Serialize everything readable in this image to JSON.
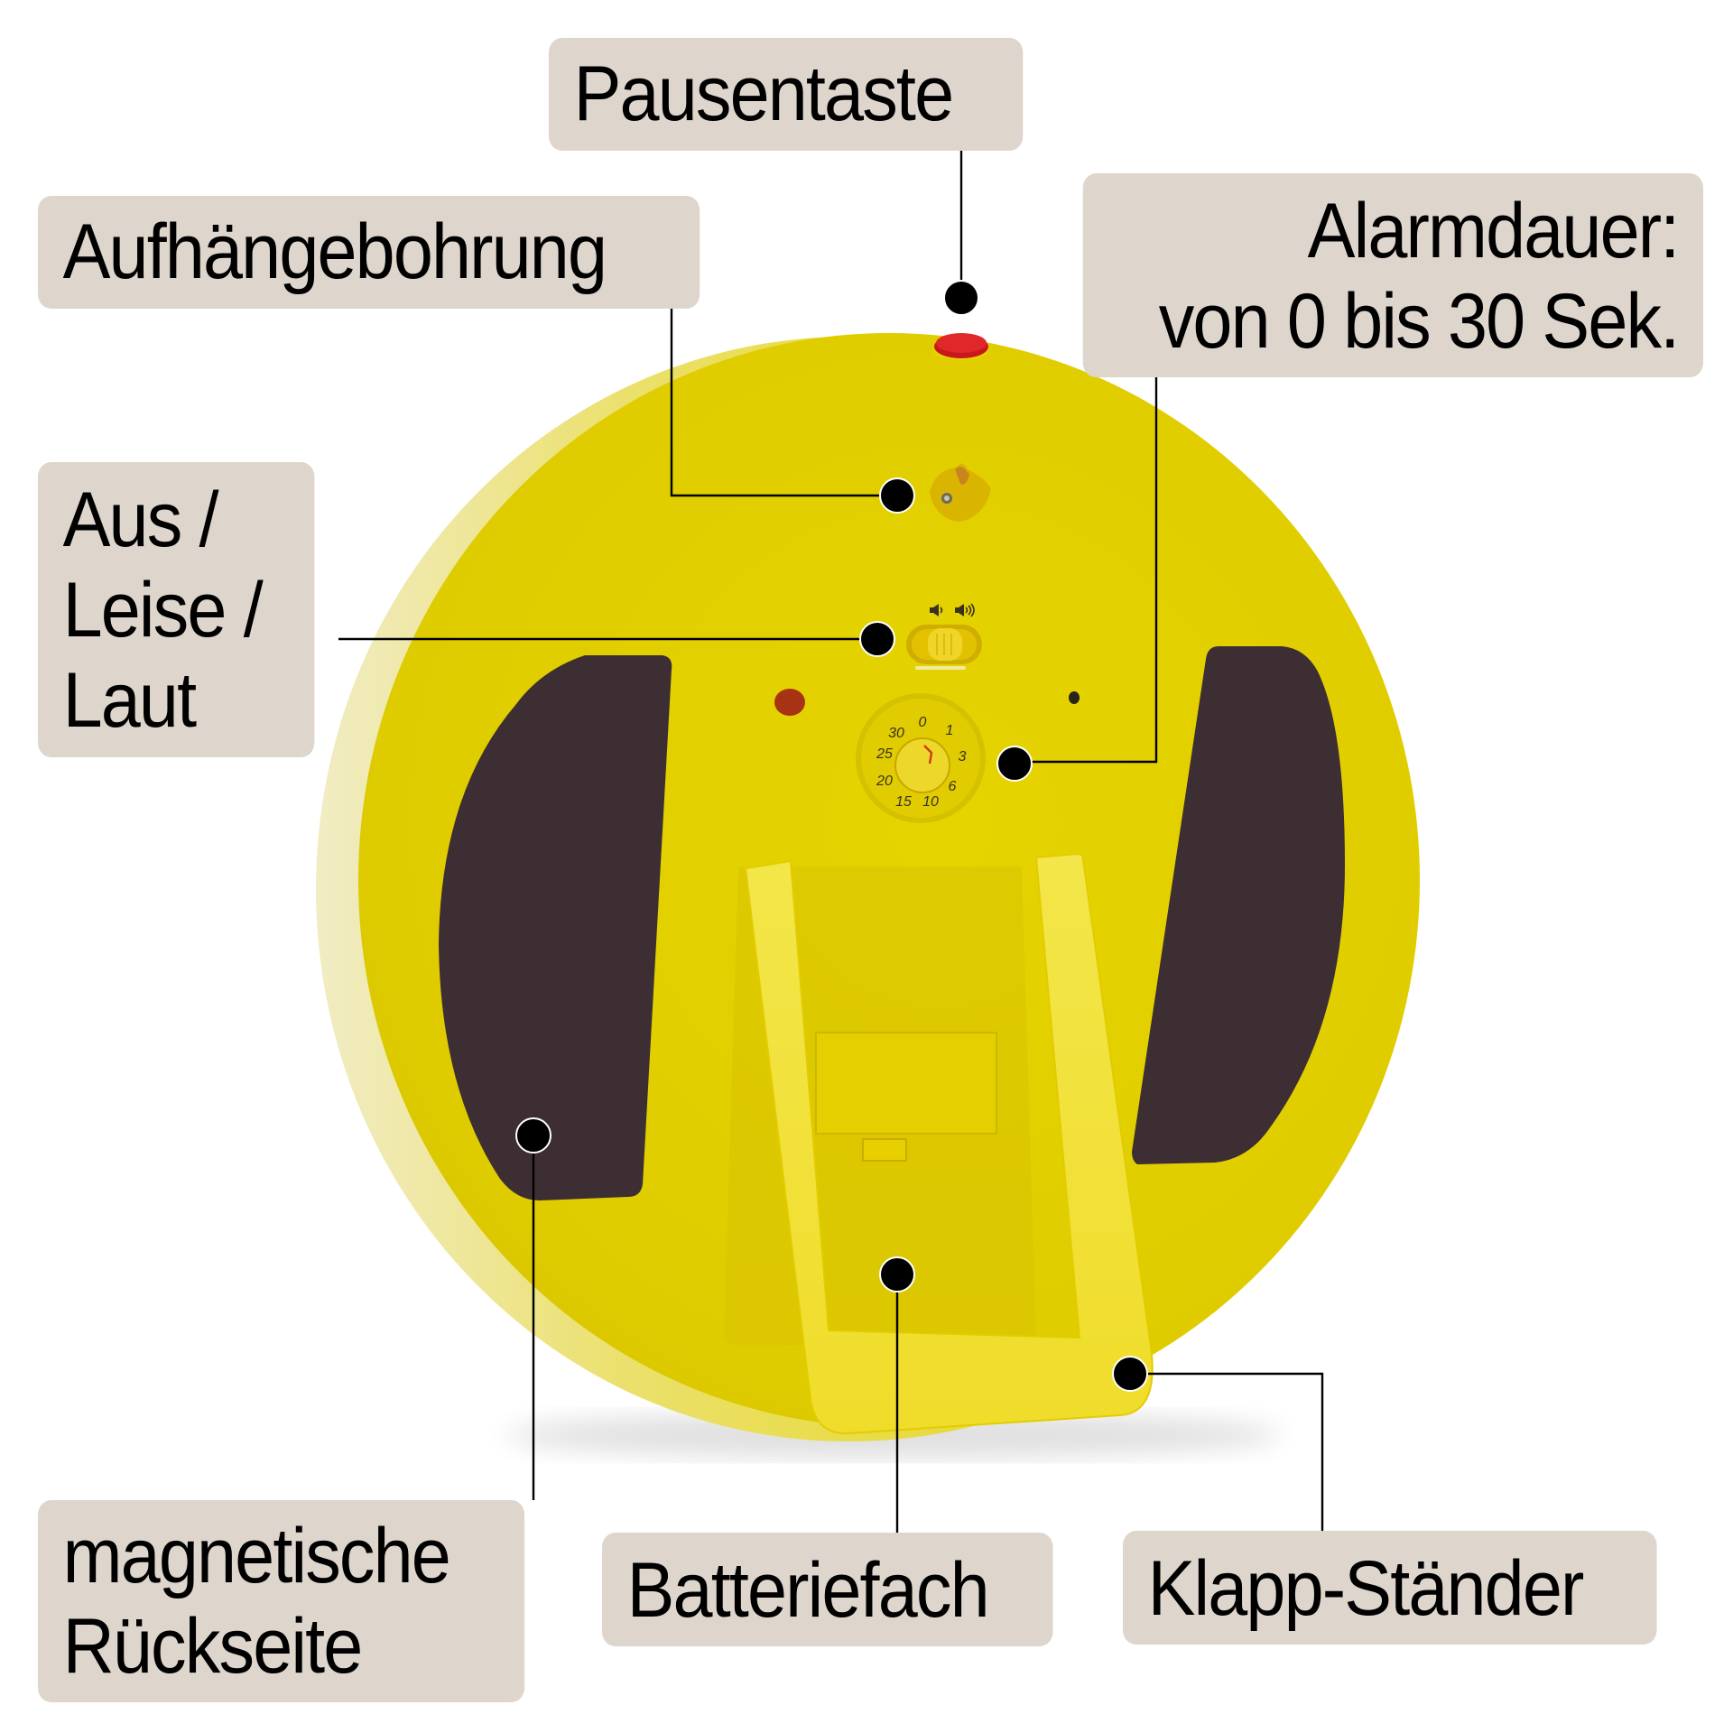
{
  "diagram": {
    "subject": "Rückseite eines gelben Weckers",
    "colors": {
      "body_yellow": "#e3d000",
      "body_edge": "#ece27a",
      "magnet_panel": "#3d2e33",
      "pause_button": "#e0282a",
      "label_bg": "#ded6cd",
      "label_text": "#000000",
      "leader_line": "#000000",
      "stand_yellow": "#f0e23a"
    },
    "callouts": [
      {
        "id": "pause",
        "lines": [
          "Pausentaste"
        ]
      },
      {
        "id": "hang",
        "lines": [
          "Aufhängebohrung"
        ]
      },
      {
        "id": "duration",
        "lines": [
          "Alarmdauer:",
          "von 0 bis 30 Sek."
        ]
      },
      {
        "id": "volume",
        "lines": [
          "Aus /",
          "Leise /",
          "Laut"
        ]
      },
      {
        "id": "magnet",
        "lines": [
          "magnetische",
          "Rückseite"
        ]
      },
      {
        "id": "battery",
        "lines": [
          "Batteriefach"
        ]
      },
      {
        "id": "stand",
        "lines": [
          "Klapp-Ständer"
        ]
      }
    ],
    "dial": {
      "ticks": [
        "0",
        "1",
        "3",
        "6",
        "10",
        "15",
        "20",
        "25",
        "30"
      ]
    },
    "switch_icons": [
      "speaker-low-icon",
      "speaker-high-icon"
    ]
  }
}
